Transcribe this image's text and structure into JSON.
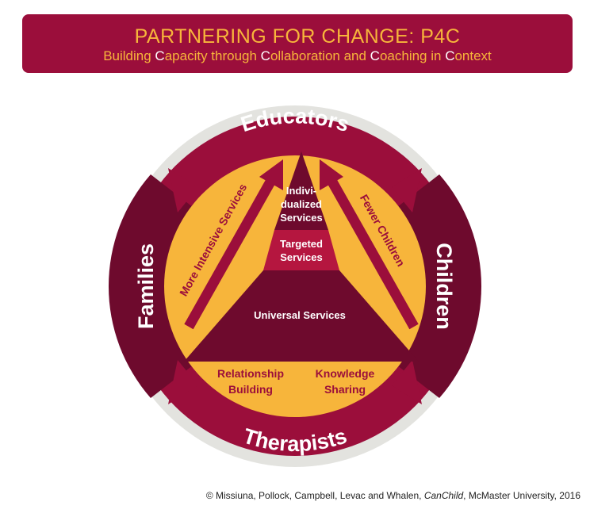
{
  "banner": {
    "title": "PARTNERING FOR CHANGE: P4C",
    "subtitle_parts": [
      {
        "t": "Building ",
        "hl": false
      },
      {
        "t": "C",
        "hl": true
      },
      {
        "t": "apacity through ",
        "hl": false
      },
      {
        "t": "C",
        "hl": true
      },
      {
        "t": "ollaboration and ",
        "hl": false
      },
      {
        "t": "C",
        "hl": true
      },
      {
        "t": "oaching in ",
        "hl": false
      },
      {
        "t": "C",
        "hl": true
      },
      {
        "t": "ontext",
        "hl": false
      }
    ]
  },
  "ring": {
    "top": "Educators",
    "bottom": "Therapists",
    "left": "Families",
    "right": "Children"
  },
  "pyramid": {
    "individualized": [
      "Indivi-",
      "dualized",
      "Services"
    ],
    "targeted": [
      "Targeted",
      "Services"
    ],
    "universal": "Universal Services"
  },
  "arrows": {
    "left": "More Intensive Services",
    "right": "Fewer Children"
  },
  "base": {
    "left": [
      "Relationship",
      "Building"
    ],
    "right": [
      "Knowledge",
      "Sharing"
    ]
  },
  "copyright": {
    "before": "© Missiuna, Pollock, Campbell, Levac and Whalen, ",
    "italic": "CanChild",
    "after": ", McMaster University, 2016"
  },
  "colors": {
    "maroon": "#9b0e3b",
    "dark_maroon": "#6e0a2d",
    "crimson": "#b5163f",
    "gold": "#f7b53b",
    "grey": "#e3e3df"
  }
}
